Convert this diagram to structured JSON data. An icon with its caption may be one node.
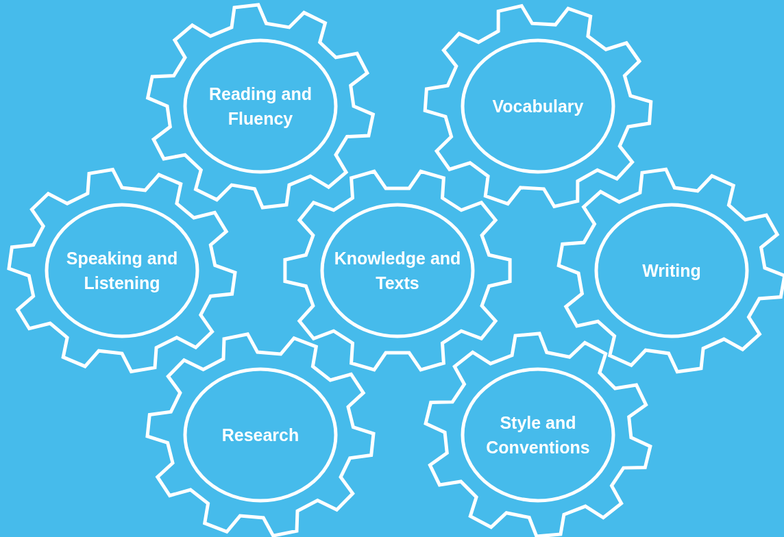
{
  "diagram": {
    "nodes": [
      {
        "text": [
          "Reading and Fluency"
        ]
      },
      {
        "text": [
          "Vocabulary"
        ]
      },
      {
        "text": [
          "Speaking and Listening"
        ]
      },
      {
        "text": [
          "Knowledge and Texts"
        ]
      },
      {
        "text": [
          "Writing"
        ]
      },
      {
        "text": [
          "Research"
        ]
      },
      {
        "text": [
          "Style and Conventions"
        ]
      }
    ]
  }
}
